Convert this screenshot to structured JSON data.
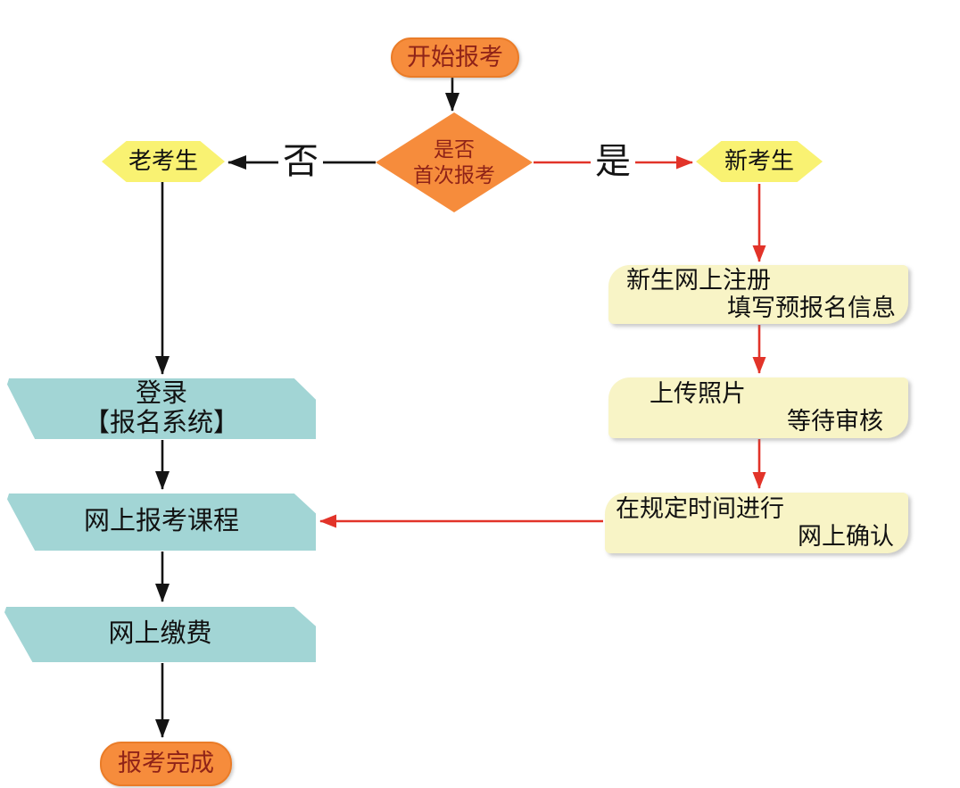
{
  "diagram": {
    "type": "flowchart",
    "nodes": {
      "start": {
        "label": "开始报考"
      },
      "decision": {
        "line1": "是否",
        "line2": "首次报考"
      },
      "old_examinee": {
        "label": "老考生"
      },
      "new_examinee": {
        "label": "新考生"
      },
      "login": {
        "line1": "登录",
        "line2": "【报名系统】"
      },
      "register_courses": {
        "label": "网上报考课程"
      },
      "pay_online": {
        "label": "网上缴费"
      },
      "finish": {
        "label": "报考完成"
      },
      "newbie_register": {
        "line1": "新生网上注册",
        "line2": "填写预报名信息"
      },
      "upload_photo": {
        "line1": "上传照片",
        "line2": "等待审核"
      },
      "confirm_online": {
        "line1": "在规定时间进行",
        "line2": "网上确认"
      }
    },
    "edges": {
      "no_label": "否",
      "yes_label": "是"
    },
    "colors": {
      "orange_fill": "#f68c3c",
      "orange_border": "#ea7c28",
      "hexagon_yellow": "#f9f272",
      "card_yellow": "#f8f4c6",
      "teal_fill": "#a2d5d5",
      "dark_red_text": "#8f2318",
      "black_line": "#141414",
      "red_line": "#e23329"
    }
  }
}
